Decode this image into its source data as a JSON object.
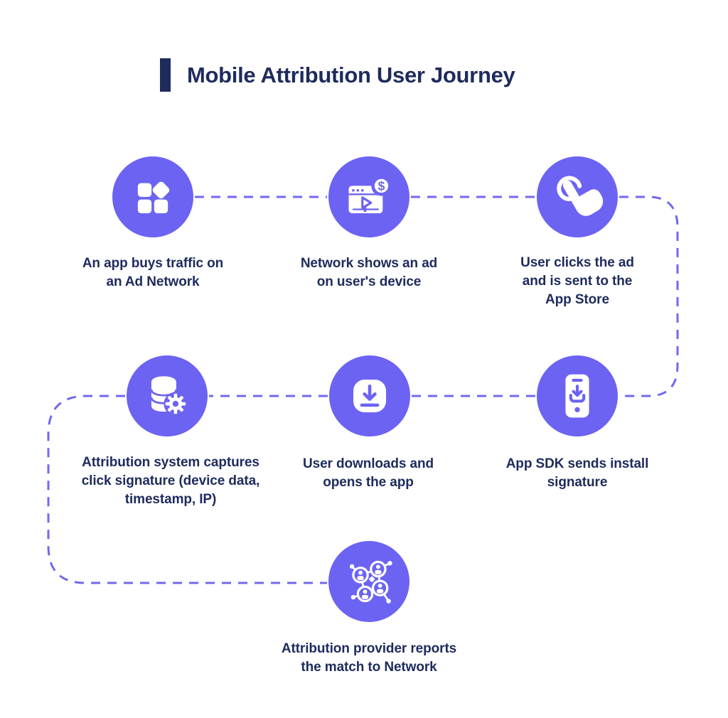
{
  "title": "Mobile Attribution User Journey",
  "colors": {
    "accent": "#6C63F3",
    "connector": "#7168EF",
    "navy": "#1E2B5C",
    "background": "#FFFFFF"
  },
  "steps": [
    {
      "icon": "apps-grid-icon",
      "label": "An app buys traffic on\nan Ad Network"
    },
    {
      "icon": "video-ad-icon",
      "label": "Network shows an ad\non user's device"
    },
    {
      "icon": "tap-click-icon",
      "label": "User clicks the ad\nand is sent to the\nApp Store"
    },
    {
      "icon": "database-gear-icon",
      "label": "Attribution system captures\nclick signature (device data,\ntimestamp, IP)"
    },
    {
      "icon": "download-icon",
      "label": "User downloads and\nopens the app"
    },
    {
      "icon": "phone-install-icon",
      "label": "App SDK sends install\nsignature"
    },
    {
      "icon": "network-users-icon",
      "label": "Attribution provider reports\nthe match to Network"
    }
  ]
}
